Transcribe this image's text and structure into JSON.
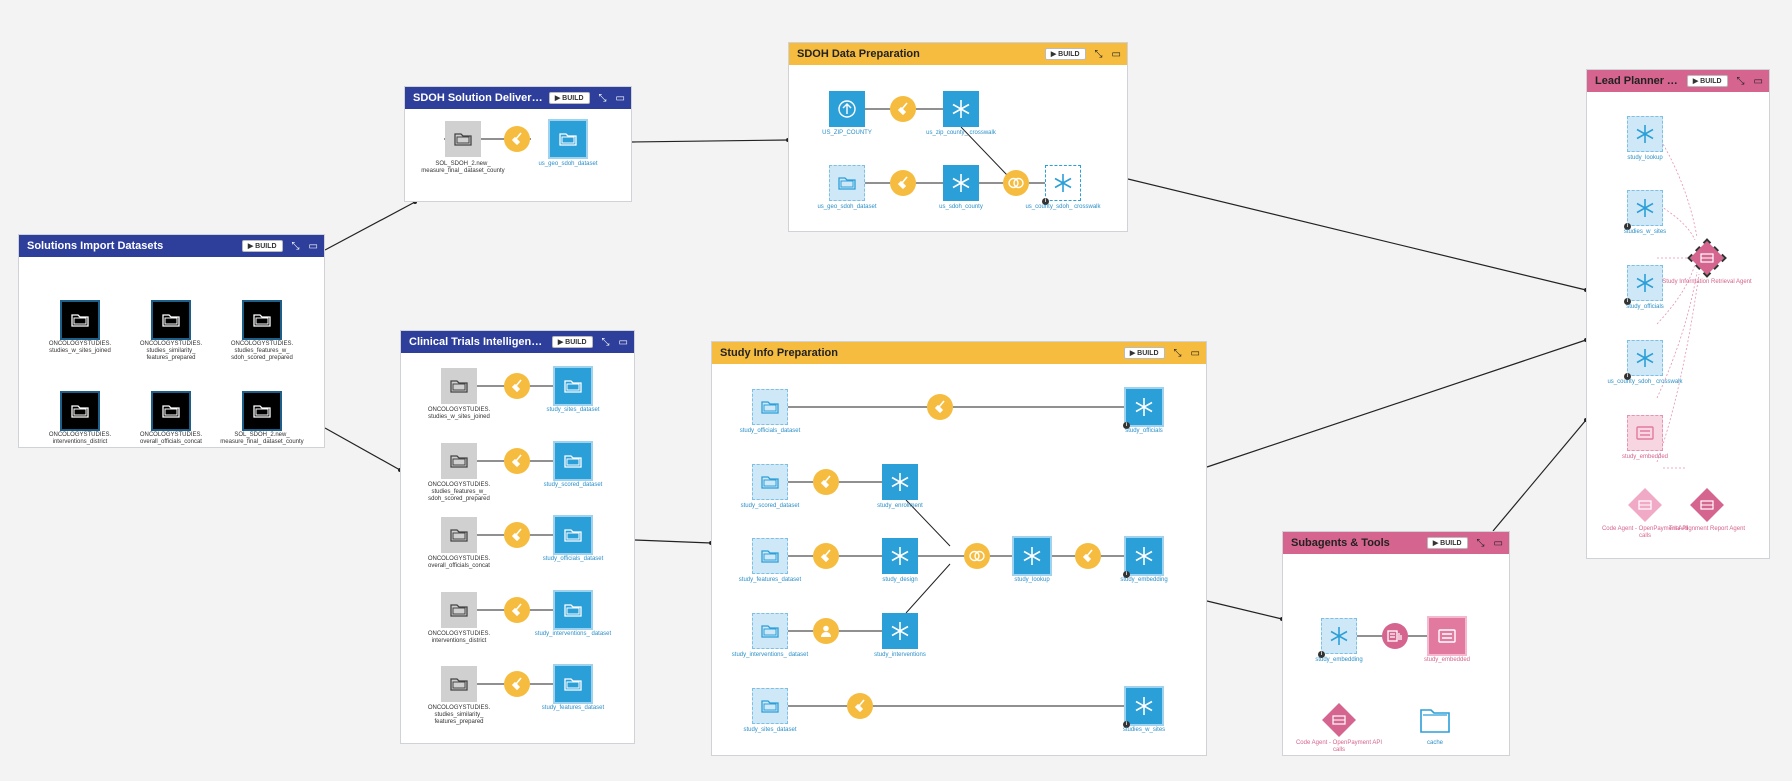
{
  "zones": {
    "solutions_import": {
      "title": "Solutions Import Datasets",
      "build": "▶ BUILD",
      "nodes": [
        "ONCOLOGYSTUDIES. studies_w_sites_joined",
        "ONCOLOGYSTUDIES. studies_similarity_ features_prepared",
        "ONCOLOGYSTUDIES. studies_features_w_ sdoh_scored_prepared",
        "ONCOLOGYSTUDIES. interventions_district",
        "ONCOLOGYSTUDIES. overall_officials_concat",
        "SOL_SDOH_2.new_ measure_final_ dataset_county"
      ]
    },
    "sdoh_solution": {
      "title": "SDOH Solution Deliverables",
      "build": "▶ BUILD",
      "input": "SOL_SDOH_2.new_ measure_final_ dataset_county",
      "output": "us_geo_sdoh_dataset"
    },
    "sdoh_prep": {
      "title": "SDOH Data Preparation",
      "build": "▶ BUILD",
      "upload": "US_ZIP_COUNTY",
      "zip_crosswalk": "us_zip_county_ crosswalk",
      "geo_input": "us_geo_sdoh_dataset",
      "county": "us_sdoh_county",
      "county_crosswalk": "us_county_sdoh_ crosswalk"
    },
    "clinical": {
      "title": "Clinical Trials Intelligence D...",
      "build": "▶ BUILD",
      "rows": [
        {
          "input": "ONCOLOGYSTUDIES. studies_w_sites_joined",
          "output": "study_sites_dataset"
        },
        {
          "input": "ONCOLOGYSTUDIES. studies_features_w_ sdoh_scored_prepared",
          "output": "study_scored_dataset"
        },
        {
          "input": "ONCOLOGYSTUDIES. overall_officials_concat",
          "output": "study_officials_dataset"
        },
        {
          "input": "ONCOLOGYSTUDIES. interventions_district",
          "output": "study_interventions_ dataset"
        },
        {
          "input": "ONCOLOGYSTUDIES. studies_similarity_ features_prepared",
          "output": "study_features_dataset"
        }
      ]
    },
    "study_info": {
      "title": "Study Info Preparation",
      "build": "▶ BUILD",
      "officials_dataset": "study_officials_dataset",
      "officials": "study_officials",
      "scored_dataset": "study_scored_dataset",
      "enrollment": "study_enrollment",
      "features_dataset": "study_features_dataset",
      "design": "study_design",
      "lookup": "study_lookup",
      "embedding": "study_embedding",
      "interventions_dataset": "study_interventions_ dataset",
      "interventions": "study_interventions",
      "sites_dataset": "study_sites_dataset",
      "studies_w_sites": "studies_w_sites"
    },
    "subagents": {
      "title": "Subagents & Tools",
      "build": "▶ BUILD",
      "embedding": "study_embedding",
      "embedded": "study_embedded",
      "code_agent": "Code Agent - OpenPayment API calls",
      "cache": "cache"
    },
    "lead_planner": {
      "title": "Lead Planner Age...",
      "build": "▶ BUILD",
      "lookup": "study_lookup",
      "studies_w_sites": "studies_w_sites",
      "officials": "study_officials",
      "crosswalk": "us_county_sdoh_ crosswalk",
      "embedded": "study_embedded",
      "retrieval_agent": "Study Information Retrieval Agent",
      "code_agent": "Code Agent - OpenPayment API calls",
      "report_agent": "Trial Alignment Report Agent"
    }
  },
  "colors": {
    "blue_zone": "#2e3f9b",
    "yellow_zone": "#f6bc3f",
    "pink_zone": "#d5648e",
    "dataset_blue": "#2b9fd8"
  }
}
